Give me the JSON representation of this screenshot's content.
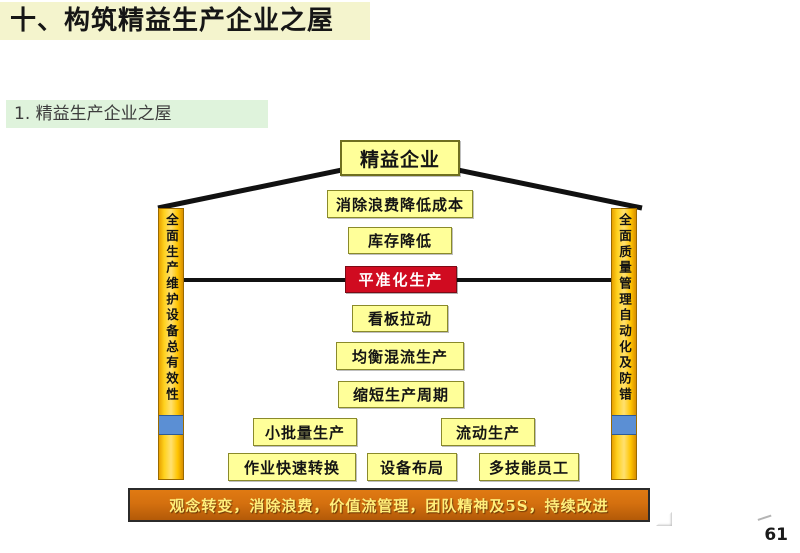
{
  "slide": {
    "title": "十、构筑精益生产企业之屋",
    "subtitle": "1. 精益生产企业之屋",
    "page_number": "61"
  },
  "colors": {
    "title_band": "#f4f4cd",
    "subtitle_band": "#dff3dc",
    "box_yellow": "#ffff99",
    "box_red": "#d00b20",
    "pillar_gold": "#ffd21e",
    "pillar_band_blue": "#5b8fd4",
    "foundation_orange": "#d4700f",
    "foundation_text": "#ffee7a"
  },
  "diagram": {
    "type": "lean-production-house",
    "roof_apex_box": "精益企业",
    "center_stack": [
      "消除浪费降低成本",
      "库存降低",
      "平准化生产",
      "看板拉动",
      "均衡混流生产",
      "缩短生产周期"
    ],
    "highlight_box": "平准化生产",
    "mid_row": [
      "小批量生产",
      "流动生产"
    ],
    "bottom_row": [
      "作业快速转换",
      "设备布局",
      "多技能员工"
    ],
    "left_pillar": {
      "upper": "全面生产维护",
      "lower": "设备总有效性"
    },
    "right_pillar": {
      "upper": "全面质量管理",
      "lower": "自动化及防错"
    },
    "foundation": "观念转变，消除浪费，价值流管理，团队精神及5S，持续改进"
  }
}
